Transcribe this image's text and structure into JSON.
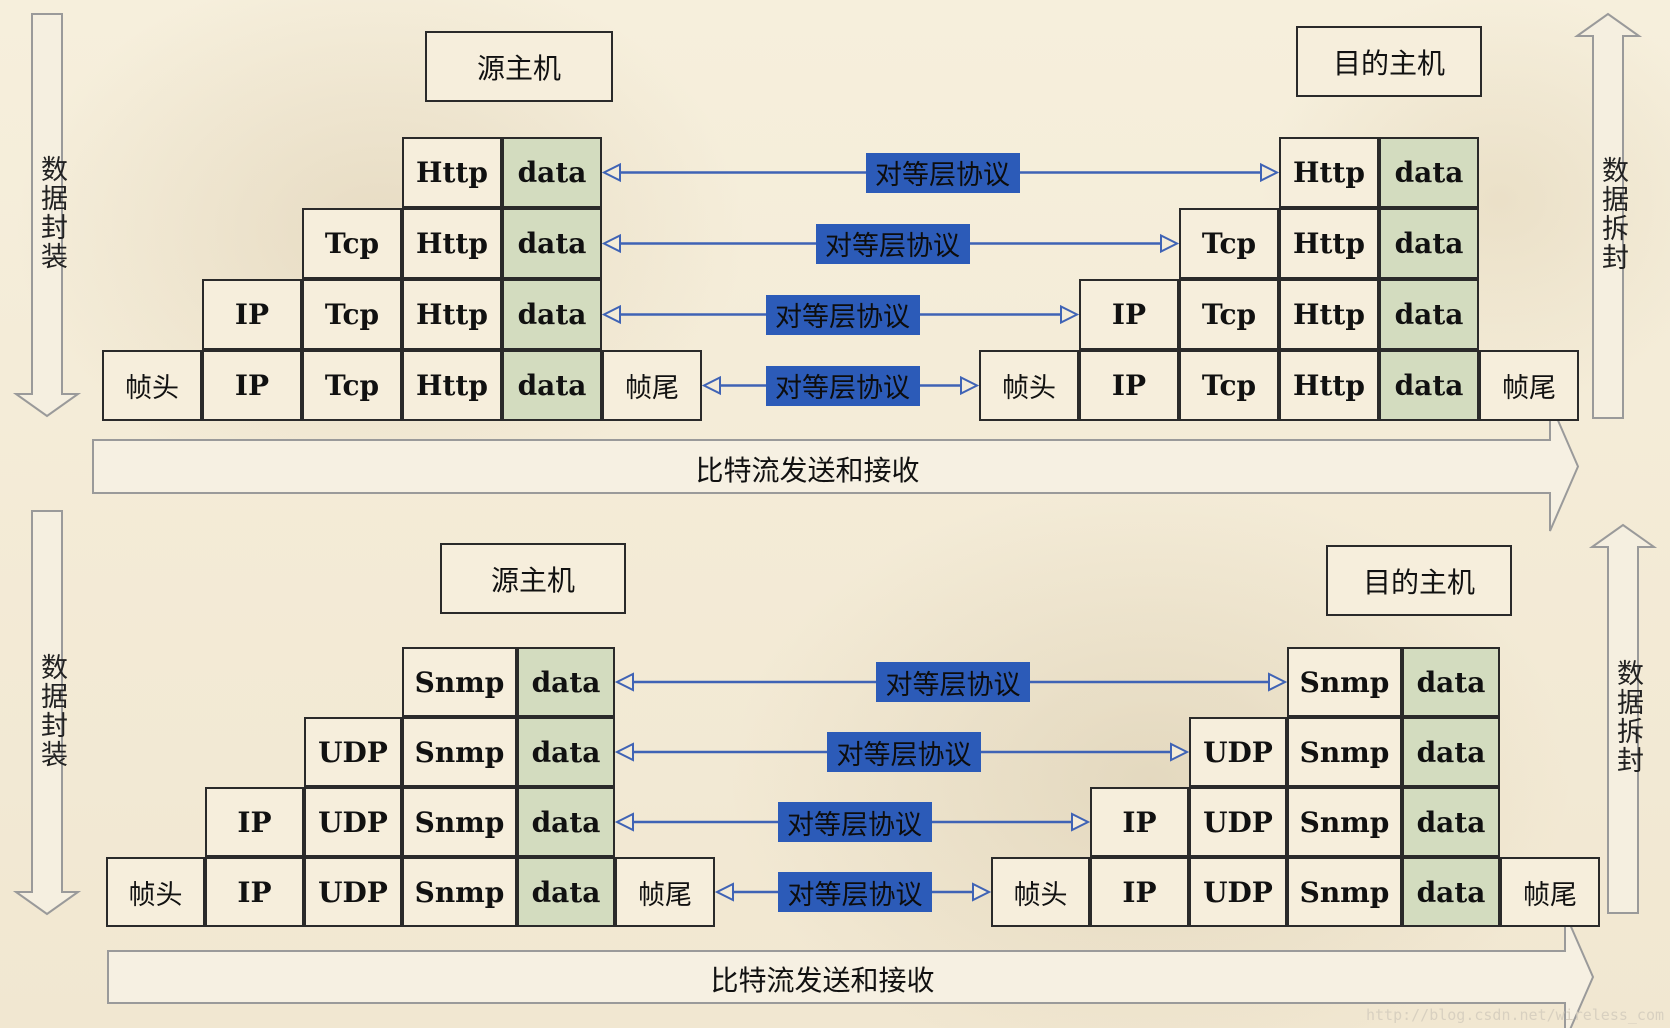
{
  "panels": [
    {
      "source_host": "源主机",
      "dest_host": "目的主机",
      "app_layer": "Http",
      "transport_layer": "Tcp",
      "network_layer": "IP",
      "data_label": "data",
      "frame_head": "帧头",
      "frame_tail": "帧尾",
      "peer_protocol": "对等层协议",
      "bitstream": "比特流发送和接收",
      "encapsulate": "数据封装",
      "decapsulate": "数据拆封"
    },
    {
      "source_host": "源主机",
      "dest_host": "目的主机",
      "app_layer": "Snmp",
      "transport_layer": "UDP",
      "network_layer": "IP",
      "data_label": "data",
      "frame_head": "帧头",
      "frame_tail": "帧尾",
      "peer_protocol": "对等层协议",
      "bitstream": "比特流发送和接收",
      "encapsulate": "数据封装",
      "decapsulate": "数据拆封"
    }
  ],
  "watermark": "http://blog.csdn.net/wireless_com",
  "colors": {
    "background": "#f4ecd8",
    "data_cell": "#d3dcbf",
    "protocol_label": "#2c5bb8",
    "protocol_arrow": "#3f63b5",
    "border": "#2a2a2a"
  }
}
